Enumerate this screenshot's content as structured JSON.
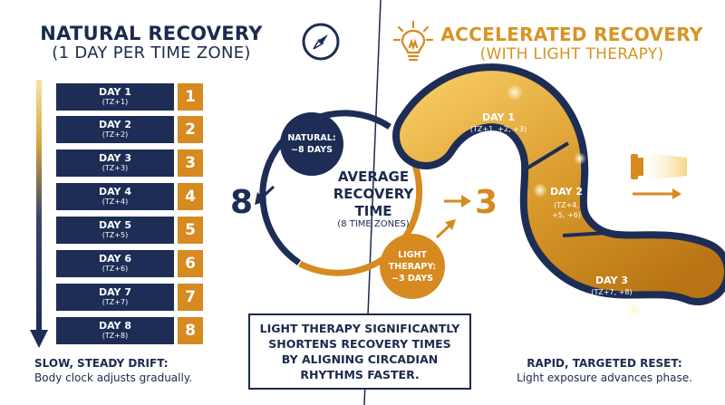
{
  "left": {
    "title": "NATURAL RECOVERY",
    "subtitle": "(1 DAY PER TIME ZONE)",
    "days": [
      {
        "label": "DAY 1",
        "tz": "(TZ+1)",
        "num": "1"
      },
      {
        "label": "DAY 2",
        "tz": "(TZ+2)",
        "num": "2"
      },
      {
        "label": "DAY 3",
        "tz": "(TZ+3)",
        "num": "3"
      },
      {
        "label": "DAY 4",
        "tz": "(TZ+4)",
        "num": "4"
      },
      {
        "label": "DAY 5",
        "tz": "(TZ+5)",
        "num": "5"
      },
      {
        "label": "DAY 6",
        "tz": "(TZ+6)",
        "num": "6"
      },
      {
        "label": "DAY 7",
        "tz": "(TZ+7)",
        "num": "7"
      },
      {
        "label": "DAY 8",
        "tz": "(TZ+8)",
        "num": "8"
      }
    ],
    "footer_bold": "SLOW, STEADY DRIFT:",
    "footer_text": "Body clock adjusts gradually."
  },
  "center": {
    "title_line1": "AVERAGE",
    "title_line2": "RECOVERY",
    "title_line3": "TIME",
    "subtitle": "(8 TIME ZONES)",
    "natural_line1": "NATURAL:",
    "natural_line2": "~8 DAYS",
    "light_line1": "LIGHT",
    "light_line2": "THERAPY:",
    "light_line3": "~3 DAYS",
    "left_number": "8",
    "right_number": "3",
    "callout_lines": [
      "LIGHT THERAPY SIGNIFICANTLY",
      "SHORTENS RECOVERY TIMES",
      "BY ALIGNING CIRCADIAN",
      "RHYTHMS FASTER."
    ]
  },
  "right": {
    "title": "ACCELERATED RECOVERY",
    "subtitle": "(WITH LIGHT THERAPY)",
    "days": [
      {
        "label": "DAY 1",
        "tz": "(TZ+1, +2, +3)"
      },
      {
        "label": "DAY 2",
        "tz_lines": [
          "(TZ+4,",
          "+5, +6)"
        ]
      },
      {
        "label": "DAY 3",
        "tz": "(TZ+7, +8)"
      }
    ],
    "footer_bold": "RAPID, TARGETED RESET:",
    "footer_text": "Light exposure advances phase."
  },
  "icons": {
    "compass": "compass-icon",
    "bulb": "lightbulb-icon",
    "lamp": "light-lamp-icon"
  },
  "colors": {
    "navy": "#1d2d55",
    "gold": "#d68a1f",
    "gold_light": "#f2c25a"
  }
}
